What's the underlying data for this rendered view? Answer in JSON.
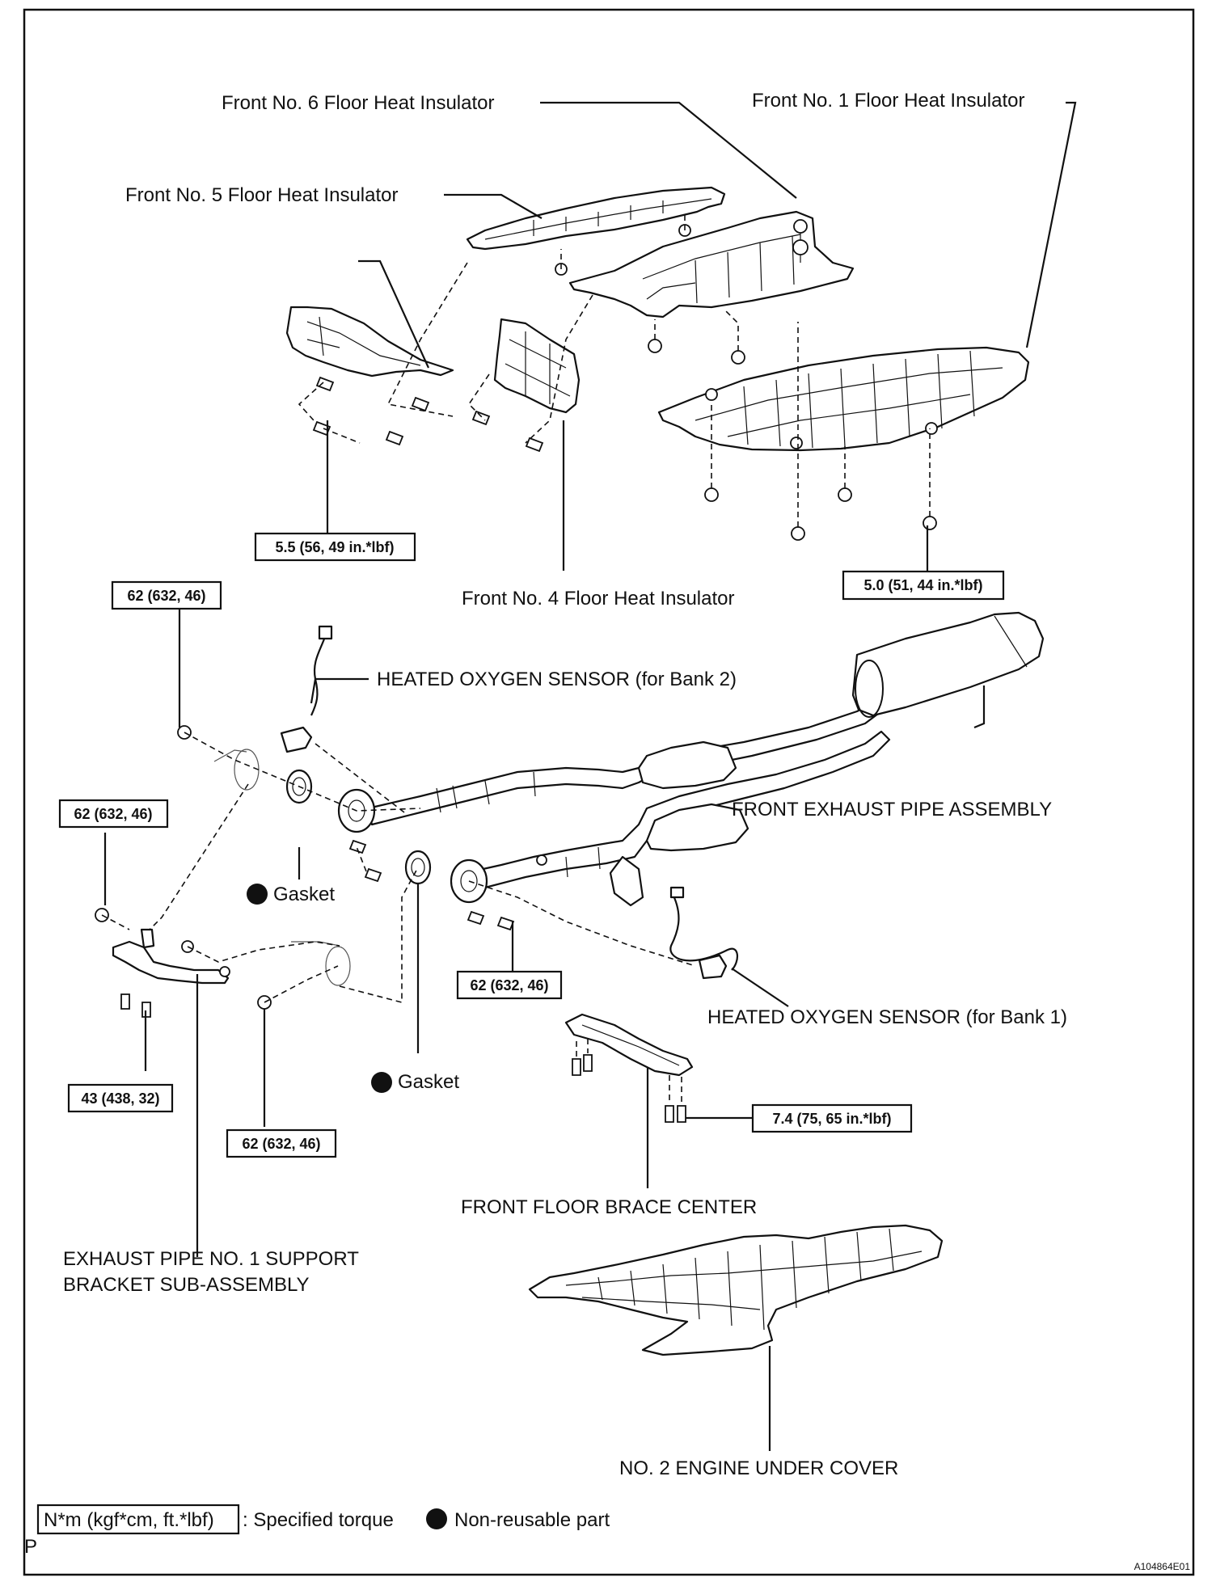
{
  "labels": {
    "front_no6": "Front No. 6 Floor Heat Insulator",
    "front_no1": "Front No. 1 Floor Heat Insulator",
    "front_no5": "Front No. 5 Floor Heat Insulator",
    "front_no4": "Front No. 4 Floor Heat Insulator",
    "o2_bank2": "HEATED OXYGEN SENSOR (for Bank 2)",
    "o2_bank1": "HEATED OXYGEN SENSOR (for Bank 1)",
    "front_exhaust_pipe": "FRONT EXHAUST PIPE ASSEMBLY",
    "gasket_1": "Gasket",
    "gasket_2": "Gasket",
    "floor_brace": "FRONT FLOOR BRACE CENTER",
    "support_bracket_line1": "EXHAUST PIPE NO. 1 SUPPORT",
    "support_bracket_line2": "BRACKET SUB-ASSEMBLY",
    "under_cover": "NO. 2 ENGINE UNDER COVER"
  },
  "torques": {
    "insulator_left": "5.5 (56, 49 in.*lbf)",
    "insulator_right": "5.0 (51, 44 in.*lbf)",
    "nut_top": "62 (632, 46)",
    "nut_mid": "62 (632, 46)",
    "bracket_bolt": "43 (438, 32)",
    "nut_bottom": "62 (632, 46)",
    "pipe_bolt": "62 (632, 46)",
    "brace_bolt": "7.4 (75, 65 in.*lbf)"
  },
  "legend": {
    "unit": "N*m (kgf*cm, ft.*lbf)",
    "torque_text": ": Specified torque",
    "nonreusable_text": "Non-reusable part"
  },
  "corner_mark": "P",
  "figure_id": "A104864E01"
}
